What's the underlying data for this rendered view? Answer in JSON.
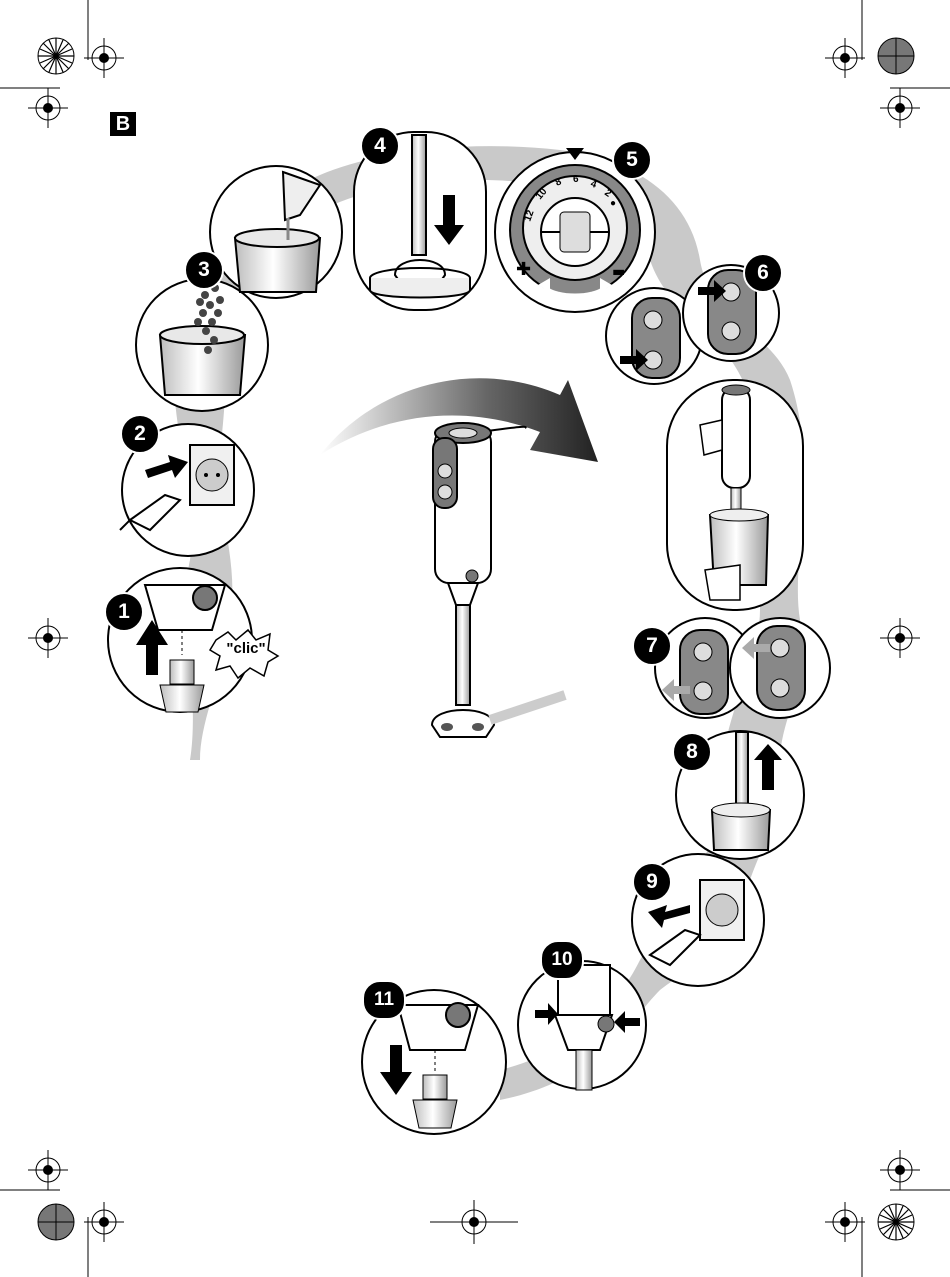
{
  "section": {
    "label": "B"
  },
  "steps": [
    {
      "number": "1"
    },
    {
      "number": "2"
    },
    {
      "number": "3"
    },
    {
      "number": "4"
    },
    {
      "number": "5"
    },
    {
      "number": "6"
    },
    {
      "number": "7"
    },
    {
      "number": "8"
    },
    {
      "number": "9"
    },
    {
      "number": "10"
    },
    {
      "number": "11"
    }
  ],
  "annotations": {
    "click_sound": "\"clic\""
  },
  "speed_dial": {
    "scale_labels": [
      "12",
      "10",
      "8",
      "6",
      "4",
      "2",
      "●"
    ],
    "increase_symbol": "✚",
    "decrease_symbol": "▬"
  },
  "colors": {
    "ink": "#000000",
    "band_gray": "#c8c8c8",
    "mid_gray": "#8a8a8a",
    "dark_gray": "#555555",
    "light_gray": "#e6e6e6"
  }
}
